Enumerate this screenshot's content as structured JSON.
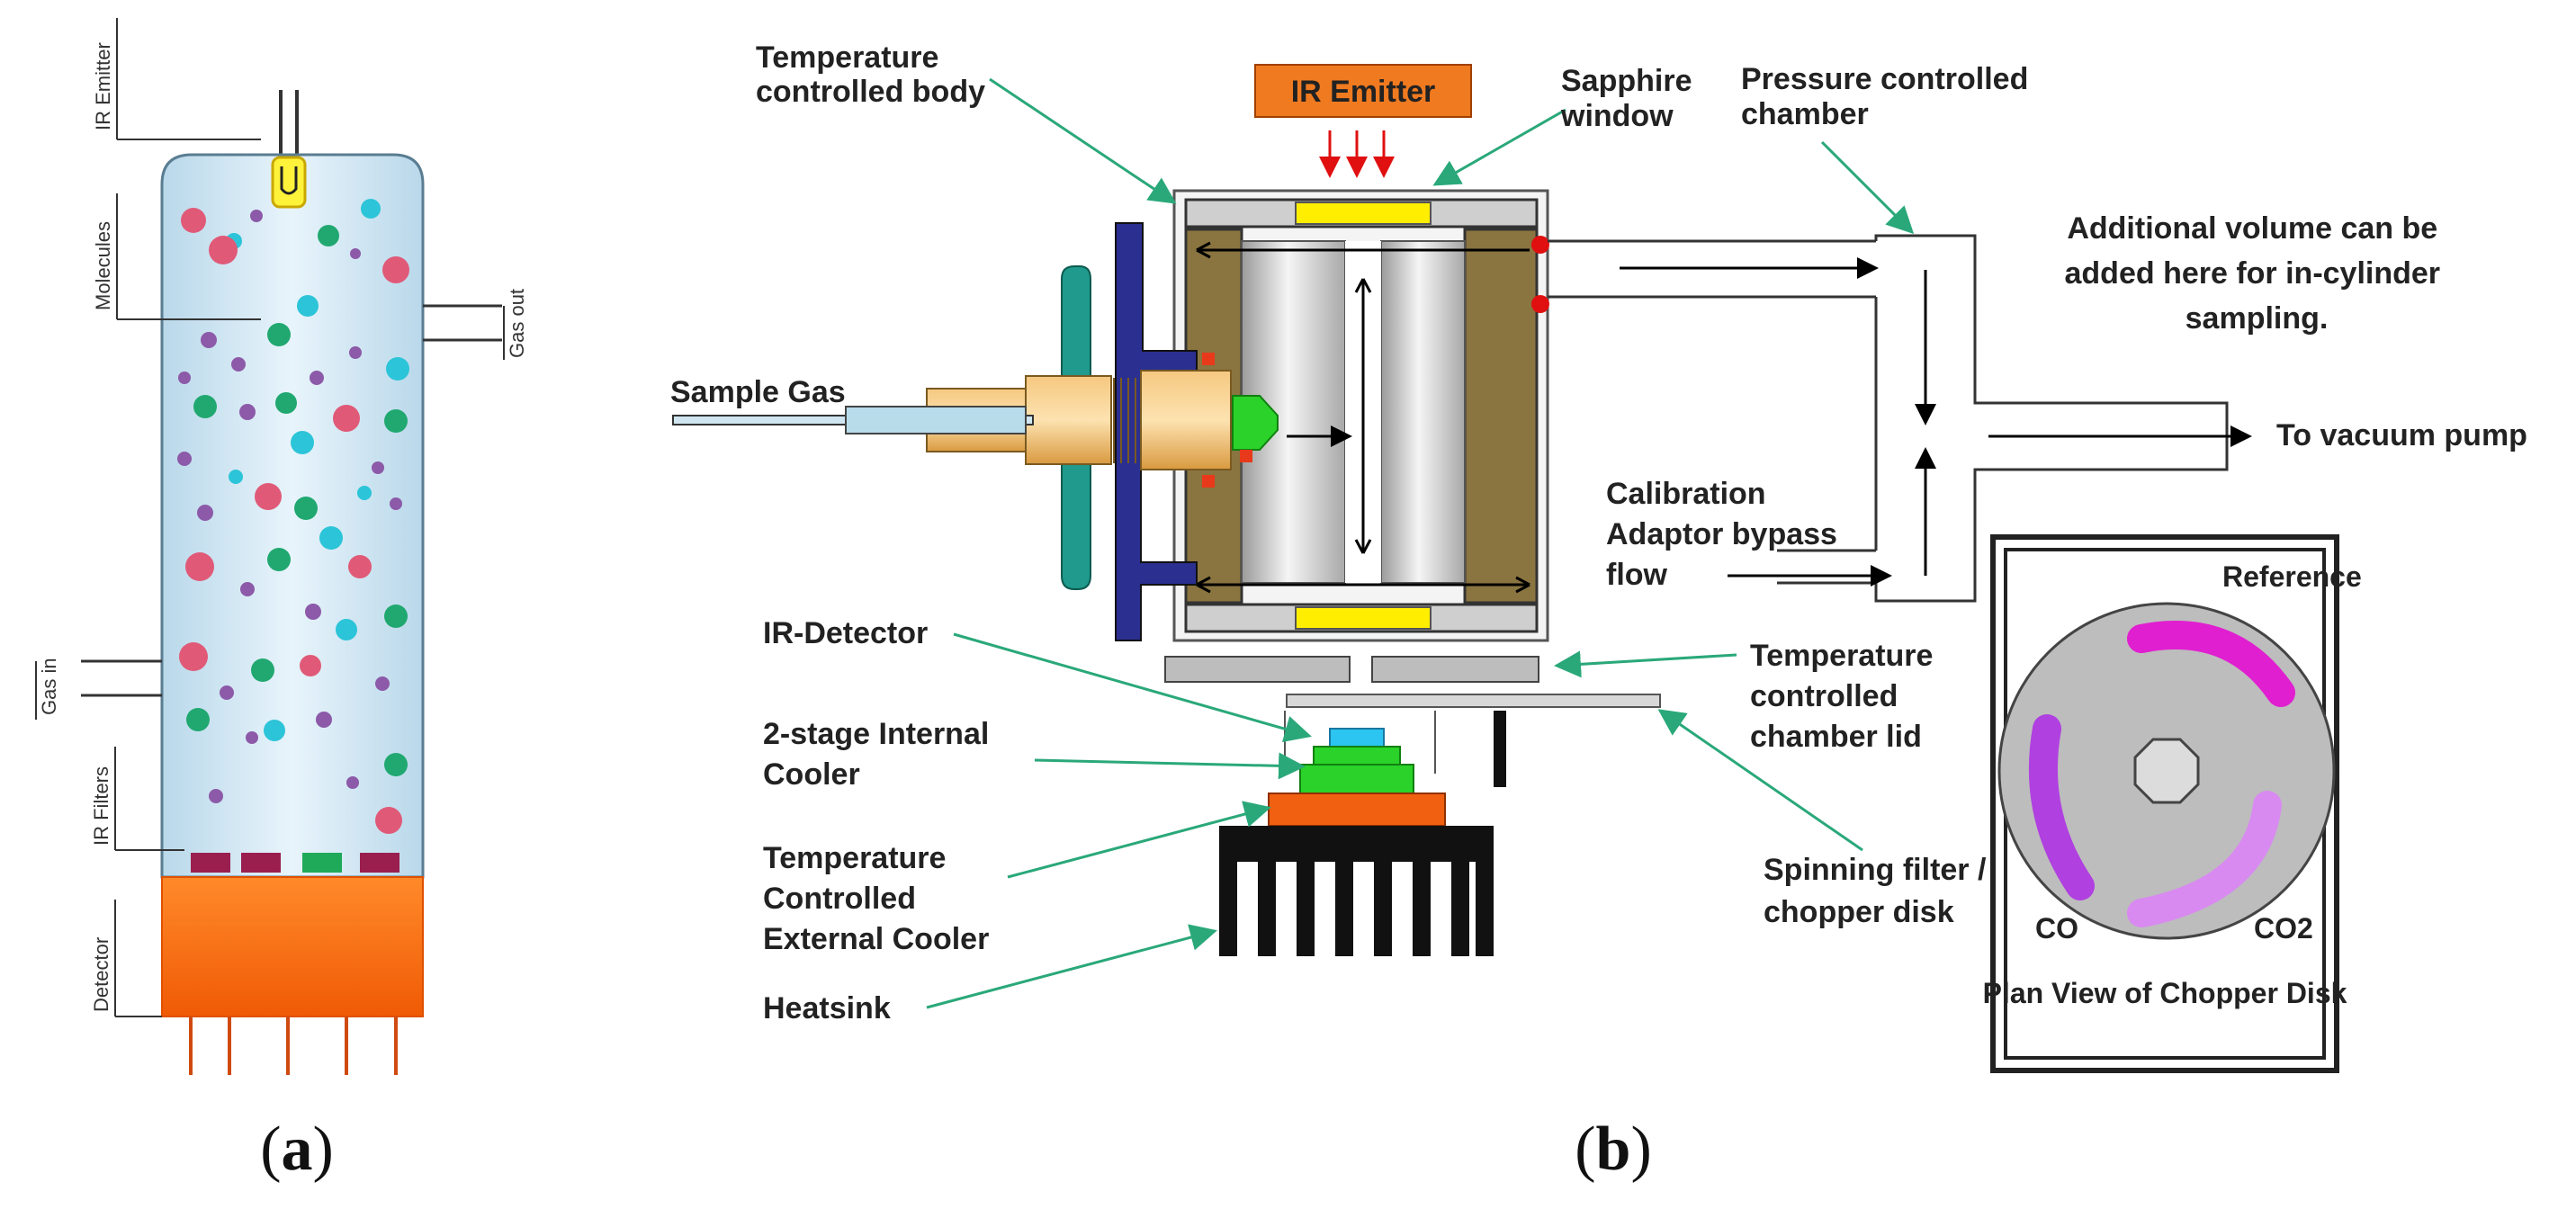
{
  "panel_a": {
    "caption_open": "(",
    "caption_letter": "a",
    "caption_close": ")",
    "labels": {
      "ir_emitter": "IR Emitter",
      "molecules": "Molecules",
      "gas_out": "Gas out",
      "gas_in": "Gas in",
      "ir_filters": "IR Filters",
      "detector": "Detector"
    }
  },
  "panel_b": {
    "caption_open": "(",
    "caption_letter": "b",
    "caption_close": ")",
    "ir_emitter_box": "IR Emitter",
    "labels": {
      "temp_body": [
        "Temperature",
        "controlled body"
      ],
      "sapphire": [
        "Sapphire",
        "window"
      ],
      "pressure_chamber": [
        "Pressure controlled",
        "chamber"
      ],
      "additional_volume": [
        "Additional volume can be",
        "added here for in-cylinder",
        "sampling."
      ],
      "sample_gas": "Sample Gas",
      "vacuum_pump": "To vacuum pump",
      "calibration": [
        "Calibration",
        "Adaptor bypass",
        "flow"
      ],
      "ir_detector": "IR-Detector",
      "internal_cooler": [
        "2-stage Internal",
        "Cooler"
      ],
      "external_cooler": [
        "Temperature",
        "Controlled",
        "External Cooler"
      ],
      "heatsink": "Heatsink",
      "chamber_lid": [
        "Temperature",
        "controlled",
        "chamber lid"
      ],
      "spinning_filter": [
        "Spinning filter /",
        "chopper disk"
      ]
    },
    "chopper_inset": {
      "reference": "Reference",
      "co": "CO",
      "co2": "CO2",
      "title": "Plan View of Chopper Disk"
    }
  },
  "colors": {
    "arrow_green": "#2aa87a",
    "emitter_orange": "#f07a20",
    "window_yellow": "#ffee00",
    "body_brown": "#8a7440",
    "flange_blue": "#2b2f8f",
    "detector_orange": "#f06010",
    "ref_magenta": "#e020d0",
    "co_purple": "#b040e0",
    "co2_lilac": "#d88af0"
  }
}
